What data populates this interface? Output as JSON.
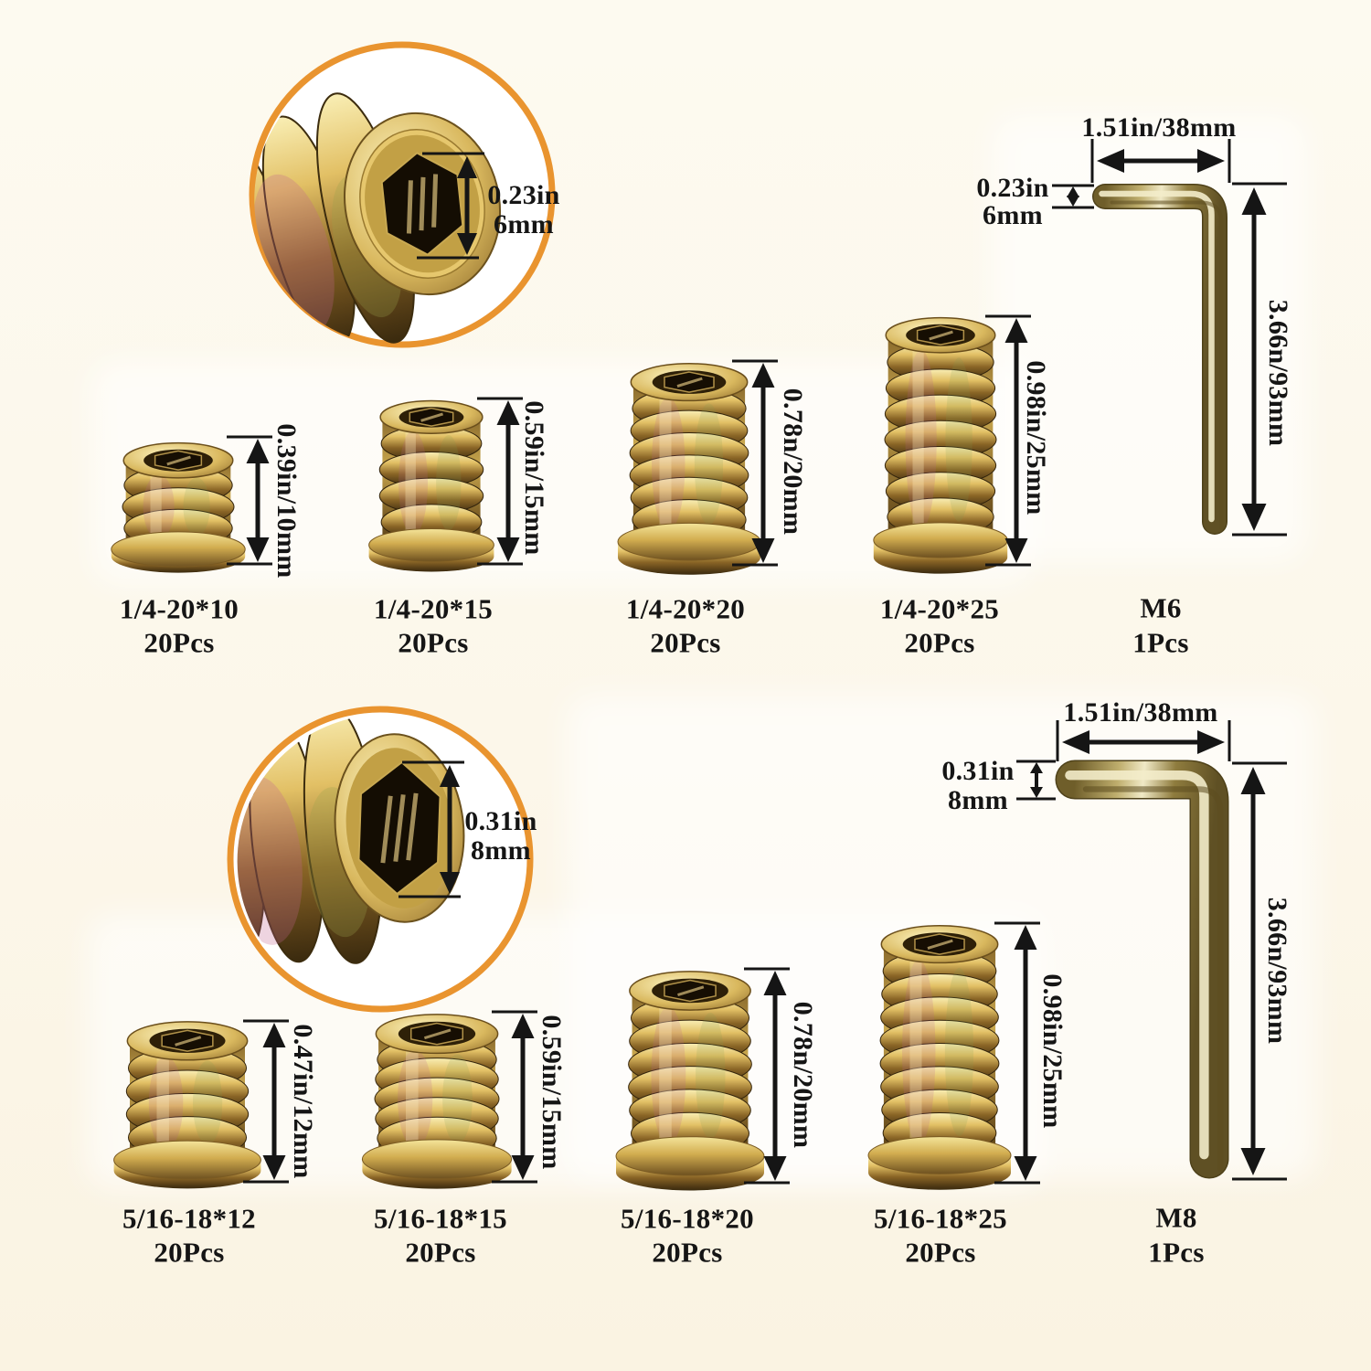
{
  "colors": {
    "background": "#fcf7ea",
    "inset_ring": "#e9942f",
    "annotation": "#151515",
    "zinc_gold": "#d9b85e"
  },
  "insets": [
    {
      "bore_height_in": "0.23in",
      "bore_height_mm": "6mm"
    },
    {
      "bore_height_in": "0.31in",
      "bore_height_mm": "8mm"
    }
  ],
  "rows": [
    {
      "items": [
        {
          "size": "1/4-20*10",
          "qty": "20Pcs",
          "height": "0.39in/10mm"
        },
        {
          "size": "1/4-20*15",
          "qty": "20Pcs",
          "height": "0.59in/15mm"
        },
        {
          "size": "1/4-20*20",
          "qty": "20Pcs",
          "height": "0.78n/20mm"
        },
        {
          "size": "1/4-20*25",
          "qty": "20Pcs",
          "height": "0.98in/25mm"
        }
      ],
      "key": {
        "name": "M6",
        "qty": "1Pcs",
        "length": "1.51in/38mm",
        "thickness_in": "0.23in",
        "thickness_mm": "6mm",
        "height": "3.66n/93mm"
      }
    },
    {
      "items": [
        {
          "size": "5/16-18*12",
          "qty": "20Pcs",
          "height": "0.47in/12mm"
        },
        {
          "size": "5/16-18*15",
          "qty": "20Pcs",
          "height": "0.59in/15mm"
        },
        {
          "size": "5/16-18*20",
          "qty": "20Pcs",
          "height": "0.78n/20mm"
        },
        {
          "size": "5/16-18*25",
          "qty": "20Pcs",
          "height": "0.98in/25mm"
        }
      ],
      "key": {
        "name": "M8",
        "qty": "1Pcs",
        "length": "1.51in/38mm",
        "thickness_in": "0.31in",
        "thickness_mm": "8mm",
        "height": "3.66n/93mm"
      }
    }
  ]
}
